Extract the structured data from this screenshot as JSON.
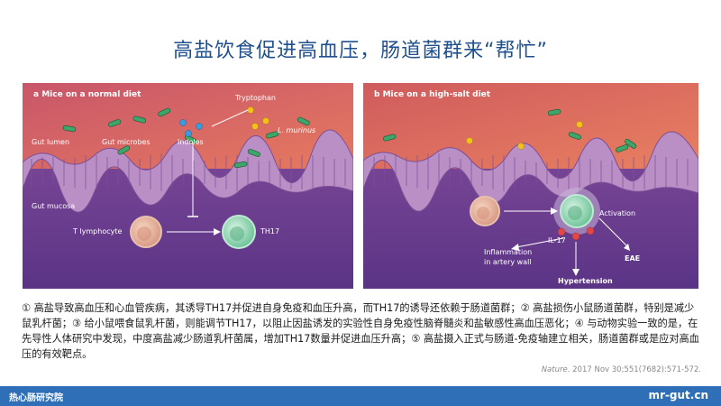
{
  "title": "高盐饮食促进高血压，肠道菌群来“帮忙”",
  "panel_a": {
    "heading": "a   Mice on a normal diet",
    "tryptophan": "Tryptophan",
    "l_murinus": "L. murinus",
    "gut_lumen": "Gut lumen",
    "gut_microbes": "Gut microbes",
    "indoles": "Indoles",
    "gut_mucosa": "Gut mucosa",
    "t_lymphocyte": "T lymphocyte",
    "th17": "TH17"
  },
  "panel_b": {
    "heading": "b   Mice on a high-salt diet",
    "activation": "Activation",
    "il17": "IL-17",
    "inflammation_line1": "Inflammation",
    "inflammation_line2": "in artery wall",
    "hypertension": "Hypertension",
    "eae": "EAE"
  },
  "caption": "① 高盐导致高血压和心血管疾病，其诱导TH17并促进自身免疫和血压升高，而TH17的诱导还依赖于肠道菌群；② 高盐损伤小鼠肠道菌群，特别是减少鼠乳杆菌；③ 给小鼠喂食鼠乳杆菌，则能调节TH17，以阻止因盐诱发的实验性自身免疫性脑脊髓炎和盐敏感性高血压恶化；④ 与动物实验一致的是，在先导性人体研究中发现，中度高盐减少肠道乳杆菌属，增加TH17数量并促进血压升高；⑤ 高盐摄入正式与肠道-免疫轴建立相关，肠道菌群或是应对高血压的有效靶点。",
  "source": {
    "journal": "Nature",
    "citation": ". 2017 Nov 30;551(7682):571-572."
  },
  "footer": {
    "left": "热心肠研究院",
    "right": "mr-gut.cn"
  },
  "colors": {
    "title": "#1f4f8f",
    "footer_bar": "#2f6fb7",
    "lumen": "#d9605f",
    "mucosa": "#6a3e92"
  }
}
